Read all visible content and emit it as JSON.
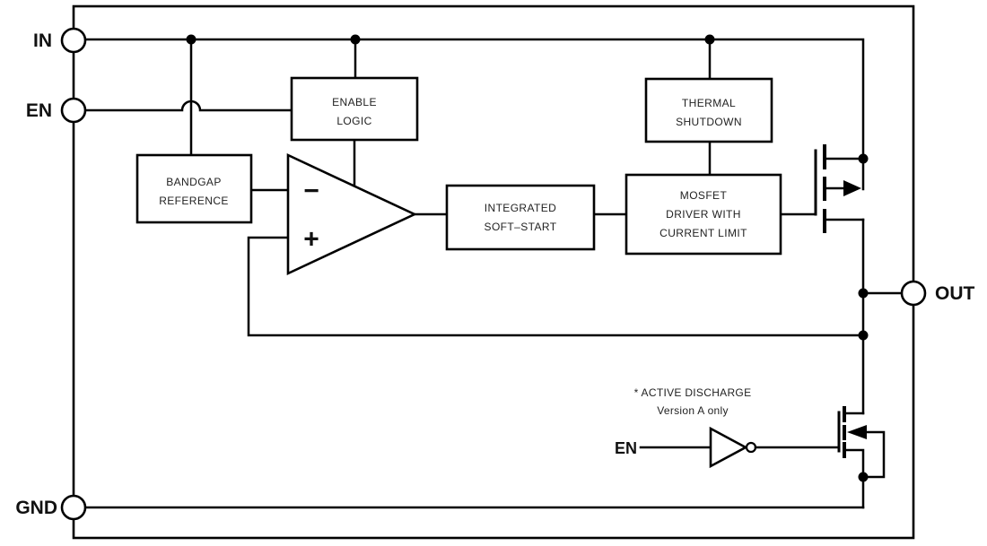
{
  "pins": {
    "in": "IN",
    "en": "EN",
    "gnd": "GND",
    "out": "OUT"
  },
  "blocks": {
    "enable_logic": {
      "line1": "ENABLE",
      "line2": "LOGIC"
    },
    "thermal_shutdown": {
      "line1": "THERMAL",
      "line2": "SHUTDOWN"
    },
    "bandgap_reference": {
      "line1": "BANDGAP",
      "line2": "REFERENCE"
    },
    "integrated_soft_start": {
      "line1": "INTEGRATED",
      "line2": "SOFT–START"
    },
    "mosfet_driver": {
      "line1": "MOSFET",
      "line2": "DRIVER WITH",
      "line3": "CURRENT LIMIT"
    }
  },
  "error_amplifier": {
    "inverting_input": "−",
    "noninverting_input": "+"
  },
  "active_discharge": {
    "en_label": "EN",
    "note_title": "* ACTIVE DISCHARGE",
    "note_subtitle": "Version A only"
  },
  "colors": {
    "line": "#000000",
    "background": "#ffffff",
    "text": "#222222"
  }
}
